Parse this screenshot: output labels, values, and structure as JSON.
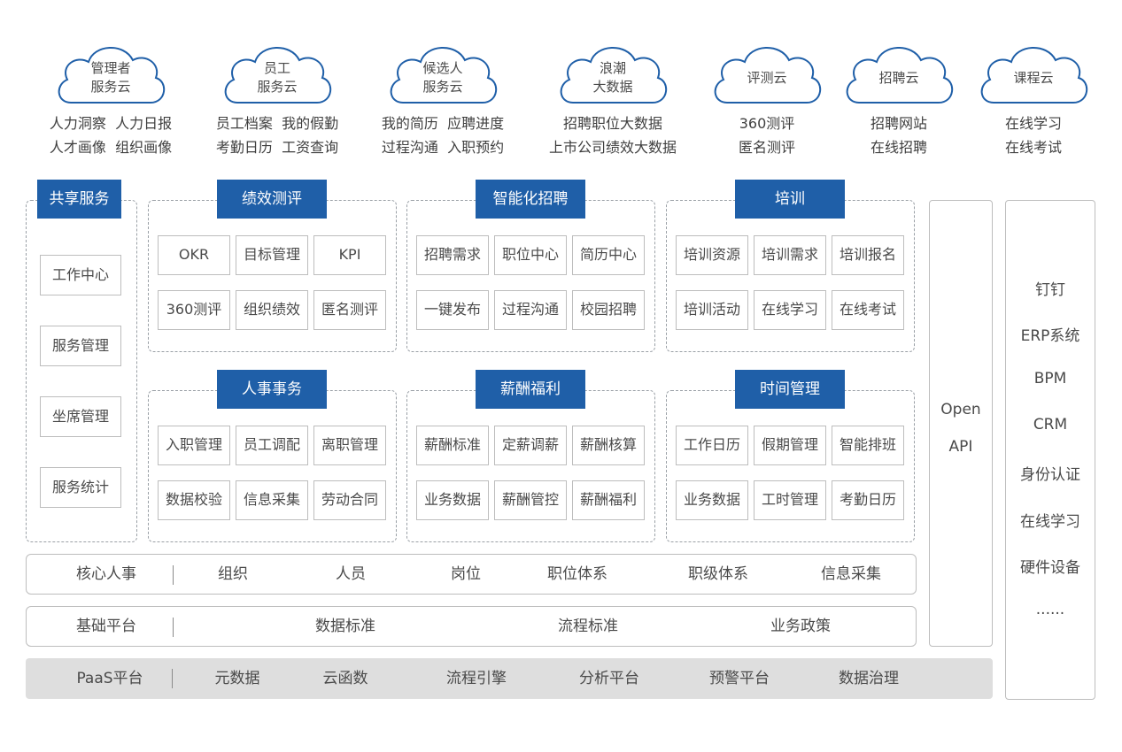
{
  "clouds": [
    {
      "label": "管理者\n服务云",
      "items": [
        "人力洞察  人力日报",
        "人才画像  组织画像"
      ]
    },
    {
      "label": "员工\n服务云",
      "items": [
        "员工档案  我的假勤",
        "考勤日历  工资查询"
      ]
    },
    {
      "label": "候选人\n服务云",
      "items": [
        "我的简历  应聘进度",
        "过程沟通  入职预约"
      ]
    },
    {
      "label": "浪潮\n大数据",
      "items": [
        "招聘职位大数据",
        "上市公司绩效大数据"
      ]
    },
    {
      "label": "评测云",
      "items": [
        "360测评",
        "匿名测评"
      ]
    },
    {
      "label": "招聘云",
      "items": [
        "招聘网站",
        "在线招聘"
      ]
    },
    {
      "label": "课程云",
      "items": [
        "在线学习",
        "在线考试"
      ]
    }
  ],
  "shared": {
    "title": "共享服务",
    "items": [
      "工作中心",
      "服务管理",
      "坐席管理",
      "服务统计"
    ]
  },
  "modules": [
    {
      "title": "绩效测评",
      "cells": [
        "OKR",
        "目标管理",
        "KPI",
        "360测评",
        "组织绩效",
        "匿名测评"
      ]
    },
    {
      "title": "智能化招聘",
      "cells": [
        "招聘需求",
        "职位中心",
        "简历中心",
        "一键发布",
        "过程沟通",
        "校园招聘"
      ]
    },
    {
      "title": "培训",
      "cells": [
        "培训资源",
        "培训需求",
        "培训报名",
        "培训活动",
        "在线学习",
        "在线考试"
      ]
    },
    {
      "title": "人事事务",
      "cells": [
        "入职管理",
        "员工调配",
        "离职管理",
        "数据校验",
        "信息采集",
        "劳动合同"
      ]
    },
    {
      "title": "薪酬福利",
      "cells": [
        "薪酬标准",
        "定薪调薪",
        "薪酬核算",
        "业务数据",
        "薪酬管控",
        "薪酬福利"
      ]
    },
    {
      "title": "时间管理",
      "cells": [
        "工作日历",
        "假期管理",
        "智能排班",
        "业务数据",
        "工时管理",
        "考勤日历"
      ]
    }
  ],
  "core_bar": {
    "label": "核心人事",
    "items": [
      "组织",
      "人员",
      "岗位",
      "职位体系",
      "职级体系",
      "信息采集"
    ]
  },
  "base_bar": {
    "label": "基础平台",
    "items": [
      "数据标准",
      "流程标准",
      "业务政策"
    ]
  },
  "paas_bar": {
    "label": "PaaS平台",
    "items": [
      "元数据",
      "云函数",
      "流程引擎",
      "分析平台",
      "预警平台",
      "数据治理"
    ]
  },
  "open_api": {
    "line1": "Open",
    "line2": "API"
  },
  "integrations": [
    "钉钉",
    "ERP系统",
    "BPM",
    "CRM",
    "身份认证",
    "在线学习",
    "硬件设备",
    "......"
  ],
  "colors": {
    "accent": "#1f5fa8",
    "cloud_stroke": "#1f5fa8",
    "paas_bg": "#dedede"
  }
}
